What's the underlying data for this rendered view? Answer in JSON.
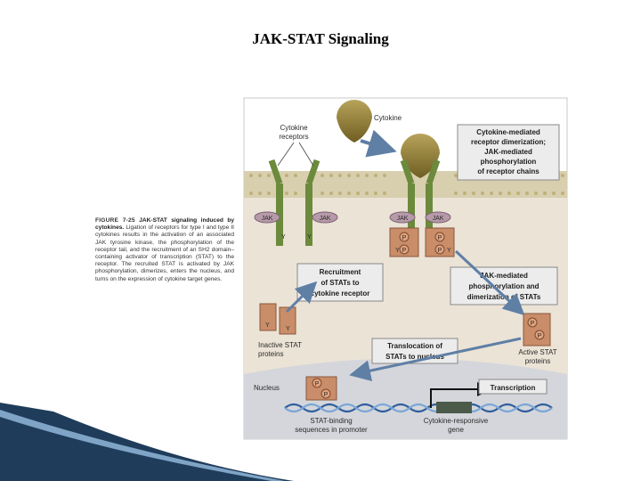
{
  "title": "JAK-STAT Signaling",
  "caption": {
    "figure": "FIGURE   7-25",
    "heading": "JAK-STAT signaling induced by cytokines.",
    "body": "Ligation of receptors for type I and type II cytokines results in the activation of an associated JAK tyrosine kinase, the phosphorylation of the receptor tail, and the recruitment of an SH2 domain–containing activator of transcription (STAT) to the receptor. The recruited STAT is activated by JAK phosphorylation, dimerizes, enters the nucleus, and turns on the expression of cytokine target genes."
  },
  "diagram": {
    "cytokine_receptors_label": [
      "Cytokine",
      "receptors"
    ],
    "cytokine_label": "Cytokine",
    "jak_label": "JAK",
    "y_label": "Y",
    "p_label": "P",
    "box_dimerization": [
      "Cytokine-mediated",
      "receptor dimerization;",
      "JAK-mediated",
      "phosphorylation",
      "of receptor chains"
    ],
    "box_recruitment": [
      "Recruitment",
      "of STATs to",
      "cytokine receptor"
    ],
    "box_jak_phos": [
      "JAK-mediated",
      "phosphorylation and",
      "dimerization of STATs"
    ],
    "box_translocation": [
      "Translocation of",
      "STATs to nucleus"
    ],
    "box_transcription": "Transcription",
    "inactive_stat_label": [
      "Inactive STAT",
      "proteins"
    ],
    "active_stat_label": [
      "Active STAT",
      "proteins"
    ],
    "nucleus_label": "Nucleus",
    "stat_binding_label": [
      "STAT-binding",
      "sequences in promoter"
    ],
    "responsive_gene_label": [
      "Cytokine-responsive",
      "gene"
    ]
  },
  "colors": {
    "membrane": "#d8cfae",
    "cytoplasm": "#ebe3d6",
    "nucleus": "#d4d6db",
    "receptor": "#6b8a3c",
    "jak": "#b79aa9",
    "stat": "#c98d6a",
    "cytokine": "#8d7a33",
    "box": "#ececec",
    "arrow": "#5f7fa5",
    "slide_accent": "#1f3c5a"
  }
}
